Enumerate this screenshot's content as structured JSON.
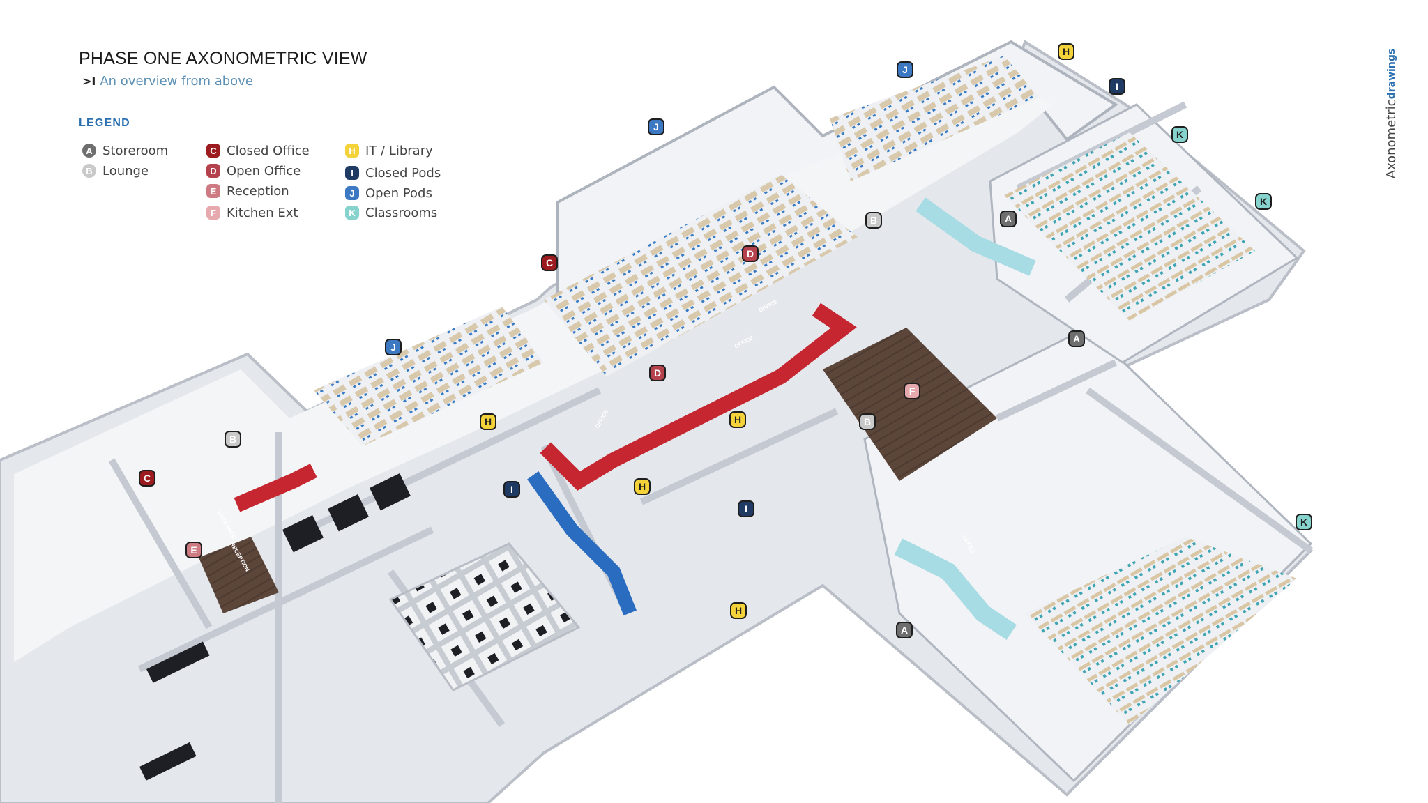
{
  "header": {
    "title": "PHASE ONE AXONOMETRIC VIEW",
    "subtitle_mark": ">I",
    "subtitle": "An overview from above"
  },
  "side_label": {
    "primary": "Axonometric",
    "secondary": "drawings"
  },
  "legend": {
    "title": "LEGEND",
    "items": [
      {
        "key": "A",
        "label": "Storeroom",
        "color": "#6e6e6e"
      },
      {
        "key": "B",
        "label": "Lounge",
        "color": "#c9c9c9"
      },
      {
        "key": "C",
        "label": "Closed Office",
        "color": "#9b1b1f"
      },
      {
        "key": "D",
        "label": "Open Office",
        "color": "#b4414b"
      },
      {
        "key": "E",
        "label": "Reception",
        "color": "#cd7a82"
      },
      {
        "key": "F",
        "label": "Kitchen Ext",
        "color": "#e6a9ae"
      },
      {
        "key": "H",
        "label": "IT / Library",
        "color": "#f3d23a"
      },
      {
        "key": "I",
        "label": "Closed Pods",
        "color": "#1f3b63"
      },
      {
        "key": "J",
        "label": "Open Pods",
        "color": "#3d78c2"
      },
      {
        "key": "K",
        "label": "Classrooms",
        "color": "#86d3cd"
      }
    ]
  },
  "map_labels": [
    {
      "key": "H",
      "color": "#f3d23a"
    },
    {
      "key": "J",
      "color": "#3d78c2"
    },
    {
      "key": "I",
      "color": "#1f3b63"
    },
    {
      "key": "J",
      "color": "#3d78c2"
    },
    {
      "key": "K",
      "color": "#86d3cd"
    },
    {
      "key": "K",
      "color": "#86d3cd"
    },
    {
      "key": "B",
      "color": "#c9c9c9"
    },
    {
      "key": "A",
      "color": "#6e6e6e"
    },
    {
      "key": "D",
      "color": "#b4414b"
    },
    {
      "key": "C",
      "color": "#9b1b1f"
    },
    {
      "key": "J",
      "color": "#3d78c2"
    },
    {
      "key": "D",
      "color": "#b4414b"
    },
    {
      "key": "A",
      "color": "#6e6e6e"
    },
    {
      "key": "H",
      "color": "#f3d23a"
    },
    {
      "key": "H",
      "color": "#f3d23a"
    },
    {
      "key": "F",
      "color": "#e6a9ae"
    },
    {
      "key": "B",
      "color": "#c9c9c9"
    },
    {
      "key": "C",
      "color": "#9b1b1f"
    },
    {
      "key": "B",
      "color": "#c9c9c9"
    },
    {
      "key": "H",
      "color": "#f3d23a"
    },
    {
      "key": "I",
      "color": "#1f3b63"
    },
    {
      "key": "I",
      "color": "#1f3b63"
    },
    {
      "key": "E",
      "color": "#cd7a82"
    },
    {
      "key": "K",
      "color": "#86d3cd"
    },
    {
      "key": "H",
      "color": "#f3d23a"
    },
    {
      "key": "A",
      "color": "#6e6e6e"
    }
  ],
  "floor_marks": [
    "OFFICE",
    "OFFICE",
    "OFFICE",
    "OFFICE",
    "ENTRANCE",
    "RECEPTION"
  ]
}
